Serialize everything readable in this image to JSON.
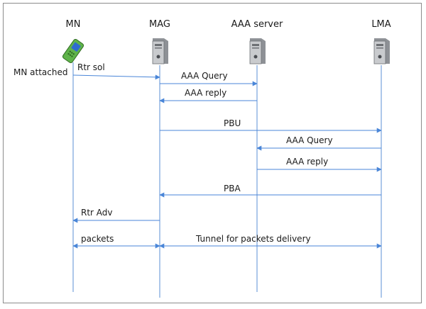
{
  "entities": [
    {
      "id": "mn",
      "label": "MN",
      "icon": "mobile-phone-icon"
    },
    {
      "id": "mag",
      "label": "MAG",
      "icon": "server-icon"
    },
    {
      "id": "aaa",
      "label": "AAA server",
      "icon": "server-icon"
    },
    {
      "id": "lma",
      "label": "LMA",
      "icon": "server-icon"
    }
  ],
  "side_note": "MN attached",
  "messages": [
    {
      "from": "mn",
      "to": "mag",
      "label": "Rtr sol"
    },
    {
      "from": "mag",
      "to": "aaa",
      "label": "AAA Query"
    },
    {
      "from": "aaa",
      "to": "mag",
      "label": "AAA reply"
    },
    {
      "from": "mag",
      "to": "lma",
      "label": "PBU"
    },
    {
      "from": "lma",
      "to": "aaa",
      "label": "AAA Query"
    },
    {
      "from": "aaa",
      "to": "lma",
      "label": "AAA reply"
    },
    {
      "from": "lma",
      "to": "mag",
      "label": "PBA"
    },
    {
      "from": "mag",
      "to": "mn",
      "label": "Rtr Adv"
    },
    {
      "from": "mn",
      "to": "mag",
      "label": "packets",
      "bidirectional": true
    },
    {
      "from": "mag",
      "to": "lma",
      "label": "Tunnel for packets delivery",
      "bidirectional": true
    }
  ],
  "colors": {
    "lifeline": "#5b8fd6",
    "arrow": "#4a86d8",
    "text": "#1a1a1a",
    "server_body": "#8e9196",
    "server_face": "#c9cbce",
    "phone_body": "#5fb34a",
    "phone_screen": "#2f6bd0"
  }
}
